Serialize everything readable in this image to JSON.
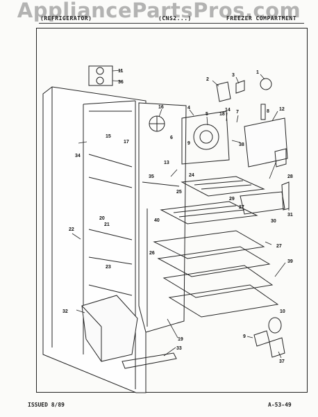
{
  "watermark": "AppliancePartsPros.com",
  "header": {
    "left": "(REFRIGERATOR)",
    "center": "(CNS2...)",
    "right": "FREEZER COMPARTMENT"
  },
  "footer": {
    "issued": "ISSUED 8/89",
    "page_code": "A-53-49"
  },
  "callouts": [
    "11",
    "36",
    "3",
    "2",
    "1",
    "16",
    "4",
    "5",
    "14",
    "18",
    "7",
    "8",
    "12",
    "15",
    "6",
    "17",
    "34",
    "38",
    "9",
    "13",
    "35",
    "24",
    "25",
    "29",
    "27",
    "28",
    "31",
    "30",
    "20",
    "21",
    "40",
    "22",
    "26",
    "27",
    "39",
    "23",
    "32",
    "19",
    "33",
    "10",
    "9",
    "37"
  ]
}
